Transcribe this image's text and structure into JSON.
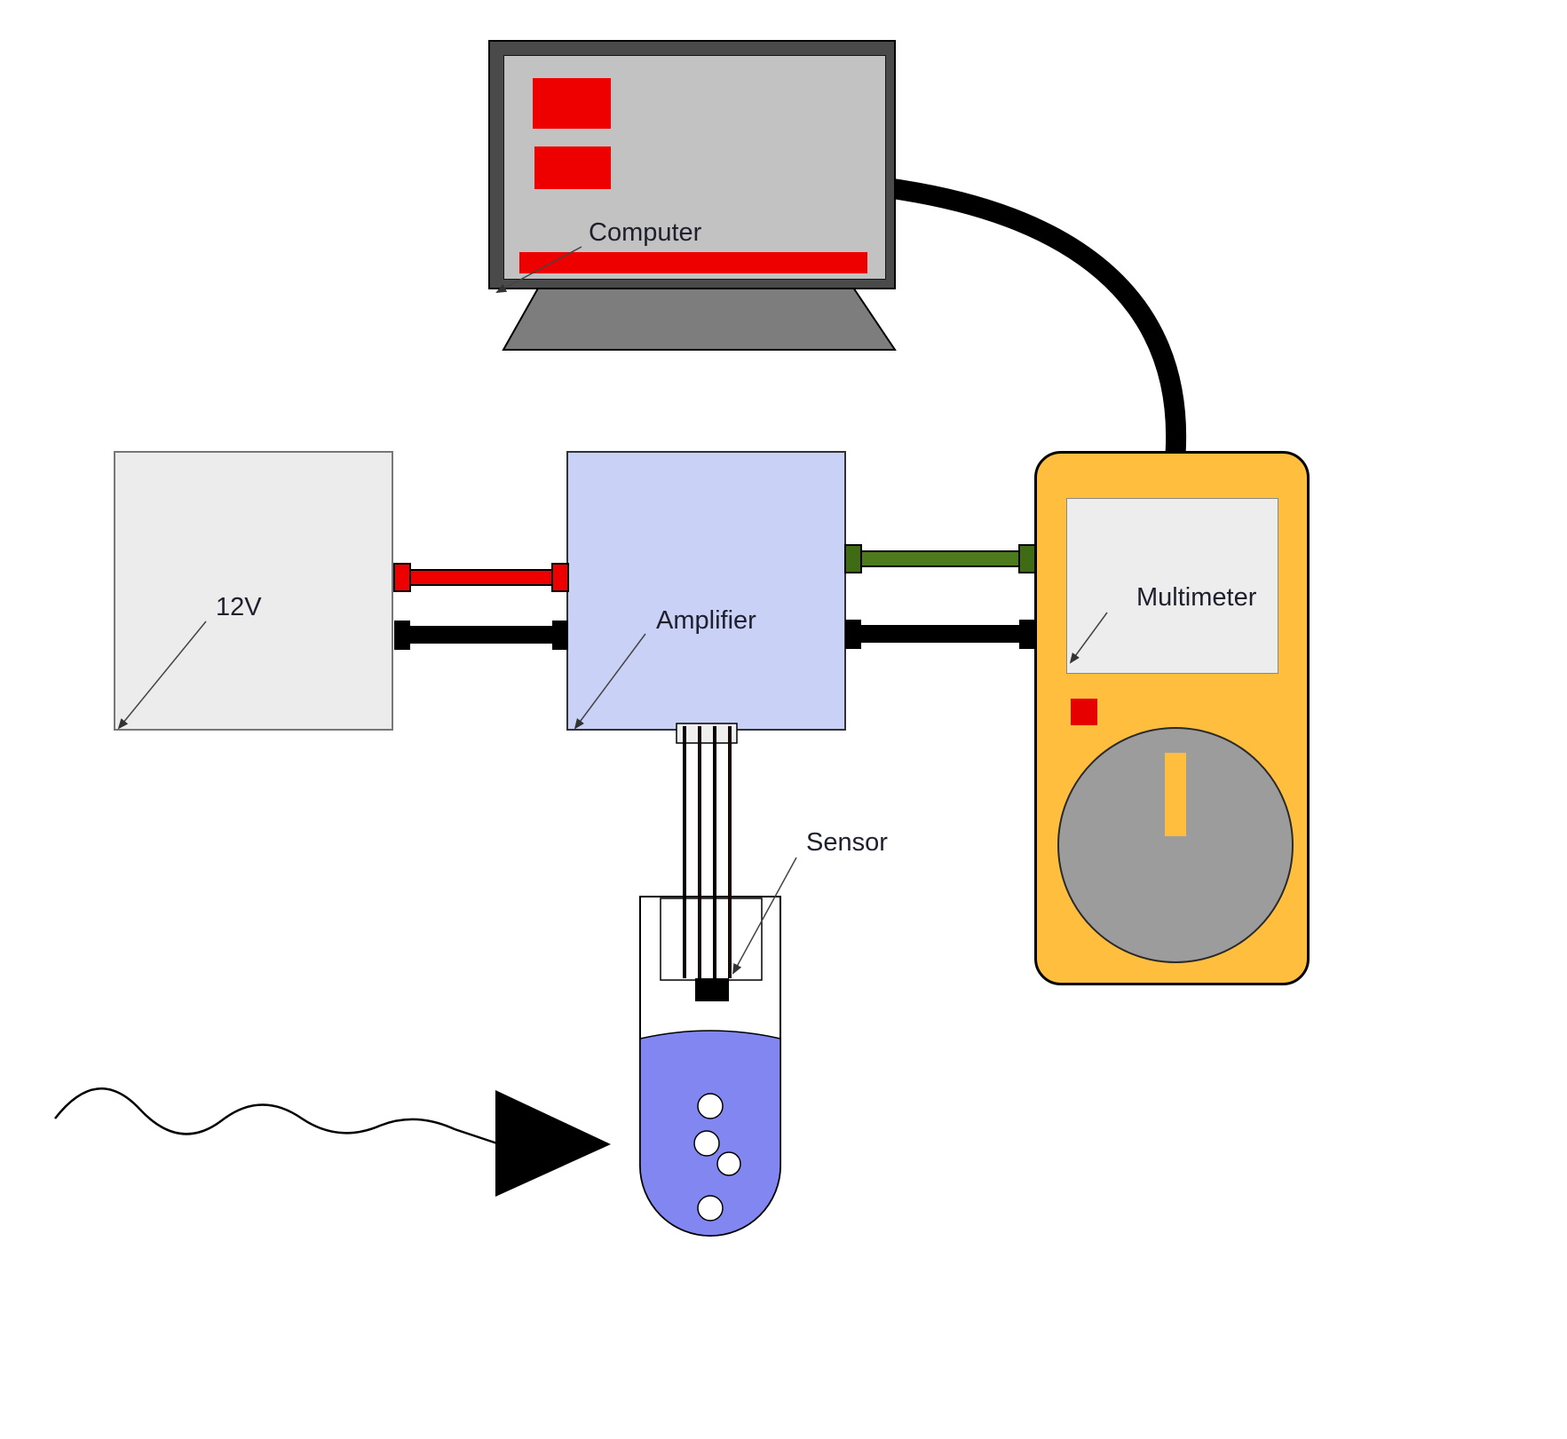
{
  "diagram": {
    "labels": {
      "computer": "Computer",
      "power_supply": "12V",
      "amplifier": "Amplifier",
      "multimeter": "Multimeter",
      "sensor": "Sensor"
    },
    "colors": {
      "monitor_frame": "#4a4a4a",
      "monitor_screen": "#c2c2c2",
      "highlight_red": "#ee0000",
      "stand_gray": "#7d7d7d",
      "power_box_fill": "#ececec",
      "amplifier_fill": "#c9d2f6",
      "multimeter_body": "#ffbe3d",
      "multimeter_display": "#ededed",
      "dial_gray": "#9c9c9c",
      "wire_red": "#ee0000",
      "wire_black": "#000000",
      "wire_green": "#4e7a1e",
      "liquid_blue": "#8186f0"
    }
  }
}
